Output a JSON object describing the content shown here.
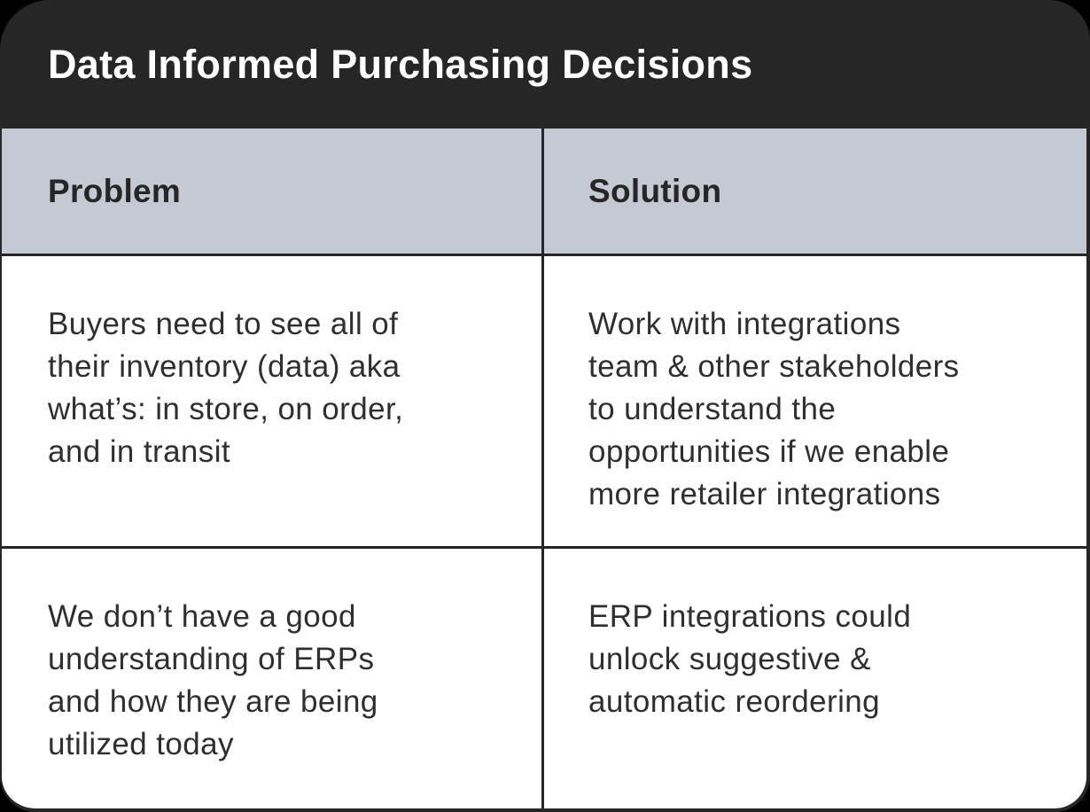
{
  "card": {
    "title": "Data Informed Purchasing Decisions",
    "colors": {
      "page_bg": "#000000",
      "title_bar_bg": "#262626",
      "title_text": "#ffffff",
      "column_header_bg": "#c5c9d3",
      "column_header_text": "#262626",
      "body_bg": "#ffffff",
      "body_text": "#2f2f2f",
      "border": "#262626"
    },
    "table": {
      "columns": [
        "Problem",
        "Solution"
      ],
      "rows": [
        {
          "problem": "Buyers need to see all of\ntheir inventory (data) aka\nwhat’s: in store, on order,\nand in transit",
          "solution": "Work with integrations\nteam & other stakeholders\nto understand the\nopportunities if we enable\nmore retailer integrations"
        },
        {
          "problem": "We don’t have a good\nunderstanding of ERPs\nand how they are being\nutilized today",
          "solution": "ERP integrations could\nunlock suggestive &\nautomatic reordering"
        }
      ]
    }
  }
}
